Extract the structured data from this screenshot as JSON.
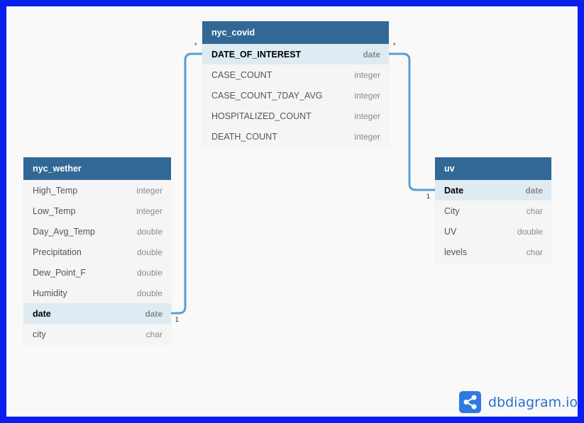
{
  "tables": {
    "nyc_covid": {
      "name": "nyc_covid",
      "fields": [
        {
          "name": "DATE_OF_INTEREST",
          "type": "date"
        },
        {
          "name": "CASE_COUNT",
          "type": "integer"
        },
        {
          "name": "CASE_COUNT_7DAY_AVG",
          "type": "integer"
        },
        {
          "name": "HOSPITALIZED_COUNT",
          "type": "integer"
        },
        {
          "name": "DEATH_COUNT",
          "type": "integer"
        }
      ]
    },
    "nyc_wether": {
      "name": "nyc_wether",
      "fields": [
        {
          "name": "High_Temp",
          "type": "integer"
        },
        {
          "name": "Low_Temp",
          "type": "integer"
        },
        {
          "name": "Day_Avg_Temp",
          "type": "double"
        },
        {
          "name": "Precipitation",
          "type": "double"
        },
        {
          "name": "Dew_Point_F",
          "type": "double"
        },
        {
          "name": "Humidity",
          "type": "double"
        },
        {
          "name": "date",
          "type": "date"
        },
        {
          "name": "city",
          "type": "char"
        }
      ]
    },
    "uv": {
      "name": "uv",
      "fields": [
        {
          "name": "Date",
          "type": "date"
        },
        {
          "name": "City",
          "type": "char"
        },
        {
          "name": "UV",
          "type": "double"
        },
        {
          "name": "levels",
          "type": "char"
        }
      ]
    }
  },
  "relations": {
    "covid_wether": {
      "from_card": "*",
      "to_card": "1"
    },
    "covid_uv": {
      "from_card": "*",
      "to_card": "1"
    }
  },
  "logo": {
    "text": "dbdiagram.io"
  },
  "colors": {
    "header": "#316896",
    "link": "#5b9fd0",
    "frame": "#0a1ef0",
    "highlight": "#dfebf3"
  }
}
